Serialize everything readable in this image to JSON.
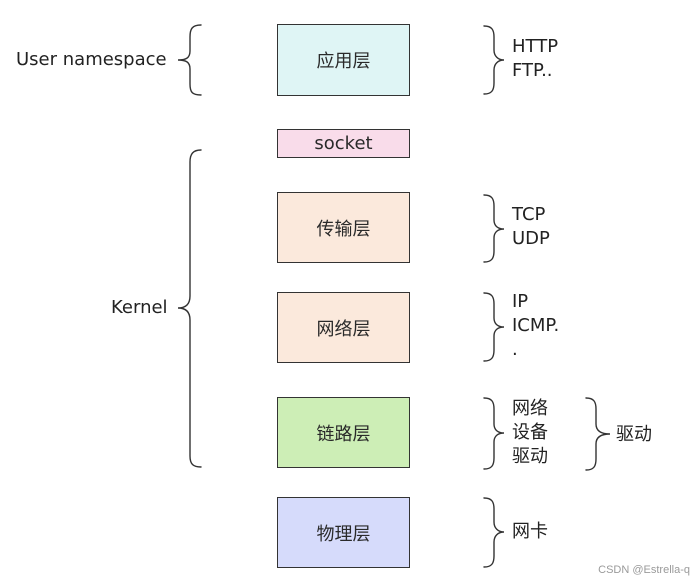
{
  "left_labels": {
    "user_namespace": "User namespace",
    "kernel": "Kernel"
  },
  "layers": [
    {
      "id": "application",
      "label": "应用层",
      "fill": "#dff5f5"
    },
    {
      "id": "socket",
      "label": "socket",
      "fill": "#f9dcea"
    },
    {
      "id": "transport",
      "label": "传输层",
      "fill": "#fbe9dc"
    },
    {
      "id": "network",
      "label": "网络层",
      "fill": "#fbe9dc"
    },
    {
      "id": "link",
      "label": "链路层",
      "fill": "#cdeeb6"
    },
    {
      "id": "physical",
      "label": "物理层",
      "fill": "#d6dbfb"
    }
  ],
  "right_notes": {
    "application": [
      "HTTP",
      "FTP.."
    ],
    "transport": [
      "TCP",
      "UDP"
    ],
    "network": [
      "IP",
      "ICMP.",
      "."
    ],
    "link": [
      "网络",
      "设备",
      "驱动"
    ],
    "link_group": "驱动",
    "physical": [
      "网卡"
    ]
  },
  "watermark": "CSDN @Estrella-q"
}
